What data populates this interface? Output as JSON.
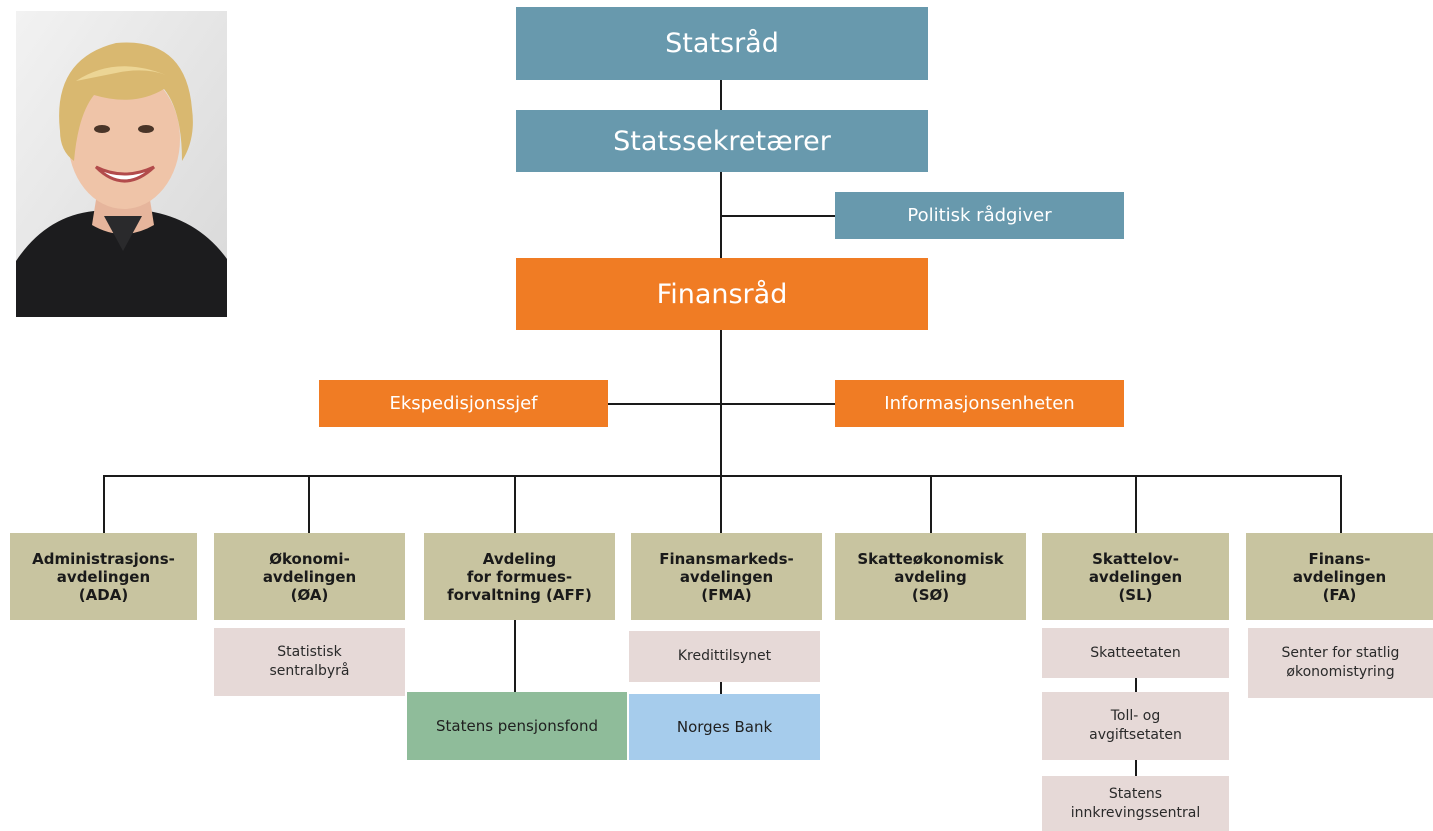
{
  "portrait": {
    "description_icon": "person-portrait-icon"
  },
  "top": {
    "statsrad": "Statsråd",
    "statssekretarer": "Statssekretærer",
    "politisk_radgiver": "Politisk rådgiver",
    "finansrad": "Finansråd",
    "ekspedisjonssjef": "Ekspedisjonssjef",
    "informasjonsenheten": "Informasjonsenheten"
  },
  "departments": [
    {
      "label": "Administrasjons-\navdelingen\n(ADA)"
    },
    {
      "label": "Økonomi-\navdelingen\n(ØA)"
    },
    {
      "label": "Avdeling\nfor formues-\nforvaltning (AFF)"
    },
    {
      "label": "Finansmarkeds-\navdelingen\n(FMA)"
    },
    {
      "label": "Skatteøkonomisk\navdeling\n(SØ)"
    },
    {
      "label": "Skattelov-\navdelingen\n(SL)"
    },
    {
      "label": "Finans-\navdelingen\n(FA)"
    }
  ],
  "subunits": {
    "statistisk": "Statistisk\nsentralbyrå",
    "pensjonsfond": "Statens pensjonsfond",
    "kredittilsynet": "Kredittilsynet",
    "norges_bank": "Norges Bank",
    "skatteetaten": "Skatteetaten",
    "toll": "Toll- og\navgiftsetaten",
    "innkreving": "Statens\ninnkrevingssentral",
    "senter": "Senter for statlig\nøkonomistyring"
  },
  "colors": {
    "blue": "#6899ad",
    "orange": "#f07c24",
    "olive": "#c8c4a0",
    "pink": "#e6d9d7",
    "green": "#8fbc9a",
    "light_blue": "#a6ccec"
  }
}
